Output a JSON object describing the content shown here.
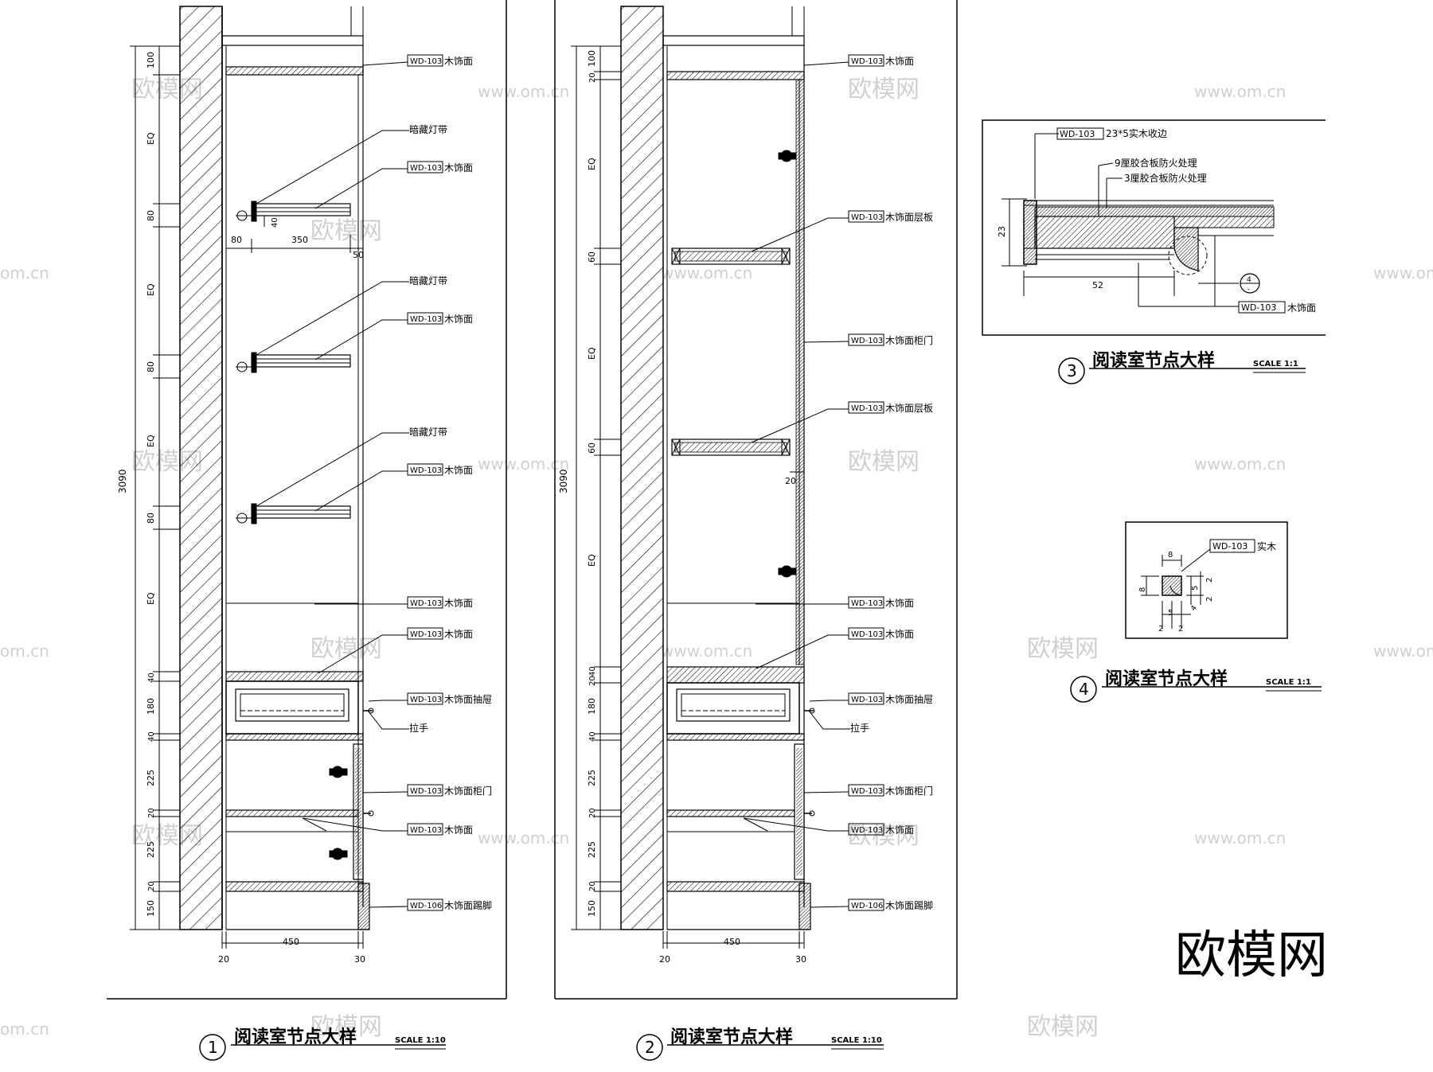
{
  "labels": {
    "wd103": "WD-103",
    "wd106": "WD-106",
    "mushimian": "木饰面",
    "andeng": "暗藏灯带",
    "cengban": "木饰面层板",
    "guimen": "木饰面柜门",
    "chouti": "木饰面抽屉",
    "lashou": "拉手",
    "tijiao": "木饰面踢脚",
    "shishou": "23*5实木收边",
    "jiaoban9": "9厘胶合板防火处理",
    "jiaoban3": "3厘胶合板防火处理",
    "shimu": "实木"
  },
  "dims": {
    "total": "3090",
    "d100": "100",
    "d20": "20",
    "eq": "EQ",
    "d80": "80",
    "d60": "60",
    "d40": "40",
    "d180": "180",
    "d225": "225",
    "d150": "150",
    "d450": "450",
    "d30": "30",
    "d350": "350",
    "d50": "50",
    "d23": "23",
    "d52": "52",
    "d8": "8",
    "d5": "5",
    "d2": "2",
    "d4": "4",
    "d40b": "40"
  },
  "titles": [
    {
      "num": "1",
      "text": "阅读室节点大样",
      "scale": "SCALE 1:10"
    },
    {
      "num": "2",
      "text": "阅读室节点大样",
      "scale": "SCALE 1:10"
    },
    {
      "num": "3",
      "text": "阅读室节点大样",
      "scale": "SCALE 1:1"
    },
    {
      "num": "4",
      "text": "阅读室节点大样",
      "scale": "SCALE 1:1"
    }
  ],
  "section_marker": {
    "num": "4",
    "den": "-"
  },
  "watermark": {
    "brand": "欧模网",
    "url": "www.om.cn",
    "url_short": "om.cn"
  }
}
